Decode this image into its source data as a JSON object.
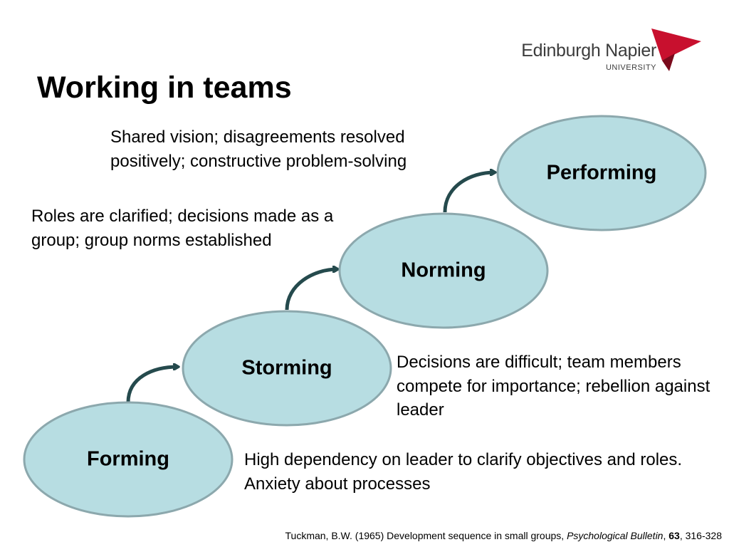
{
  "title": "Working in teams",
  "logo": {
    "name": "Edinburgh Napier",
    "subtitle": "UNIVERSITY",
    "accent_color": "#c8102e"
  },
  "colors": {
    "ellipse_fill": "#b7dde2",
    "ellipse_stroke": "#8ca8ad",
    "arrow": "#254a4d"
  },
  "stages": [
    {
      "label": "Forming",
      "description": "High dependency on leader to clarify objectives and roles. Anxiety about processes"
    },
    {
      "label": "Storming",
      "description": "Decisions are difficult; team members compete for importance; rebellion against leader"
    },
    {
      "label": "Norming",
      "description": "Roles are clarified; decisions made as a group; group norms established"
    },
    {
      "label": "Performing",
      "description": "Shared vision; disagreements resolved positively; constructive problem-solving"
    }
  ],
  "citation": {
    "authors": "Tuckman, B.W. (1965) Development sequence in small groups, ",
    "journal": "Psychological Bulletin",
    "sep": ", ",
    "volume": "63",
    "pages": ", 316-328"
  }
}
